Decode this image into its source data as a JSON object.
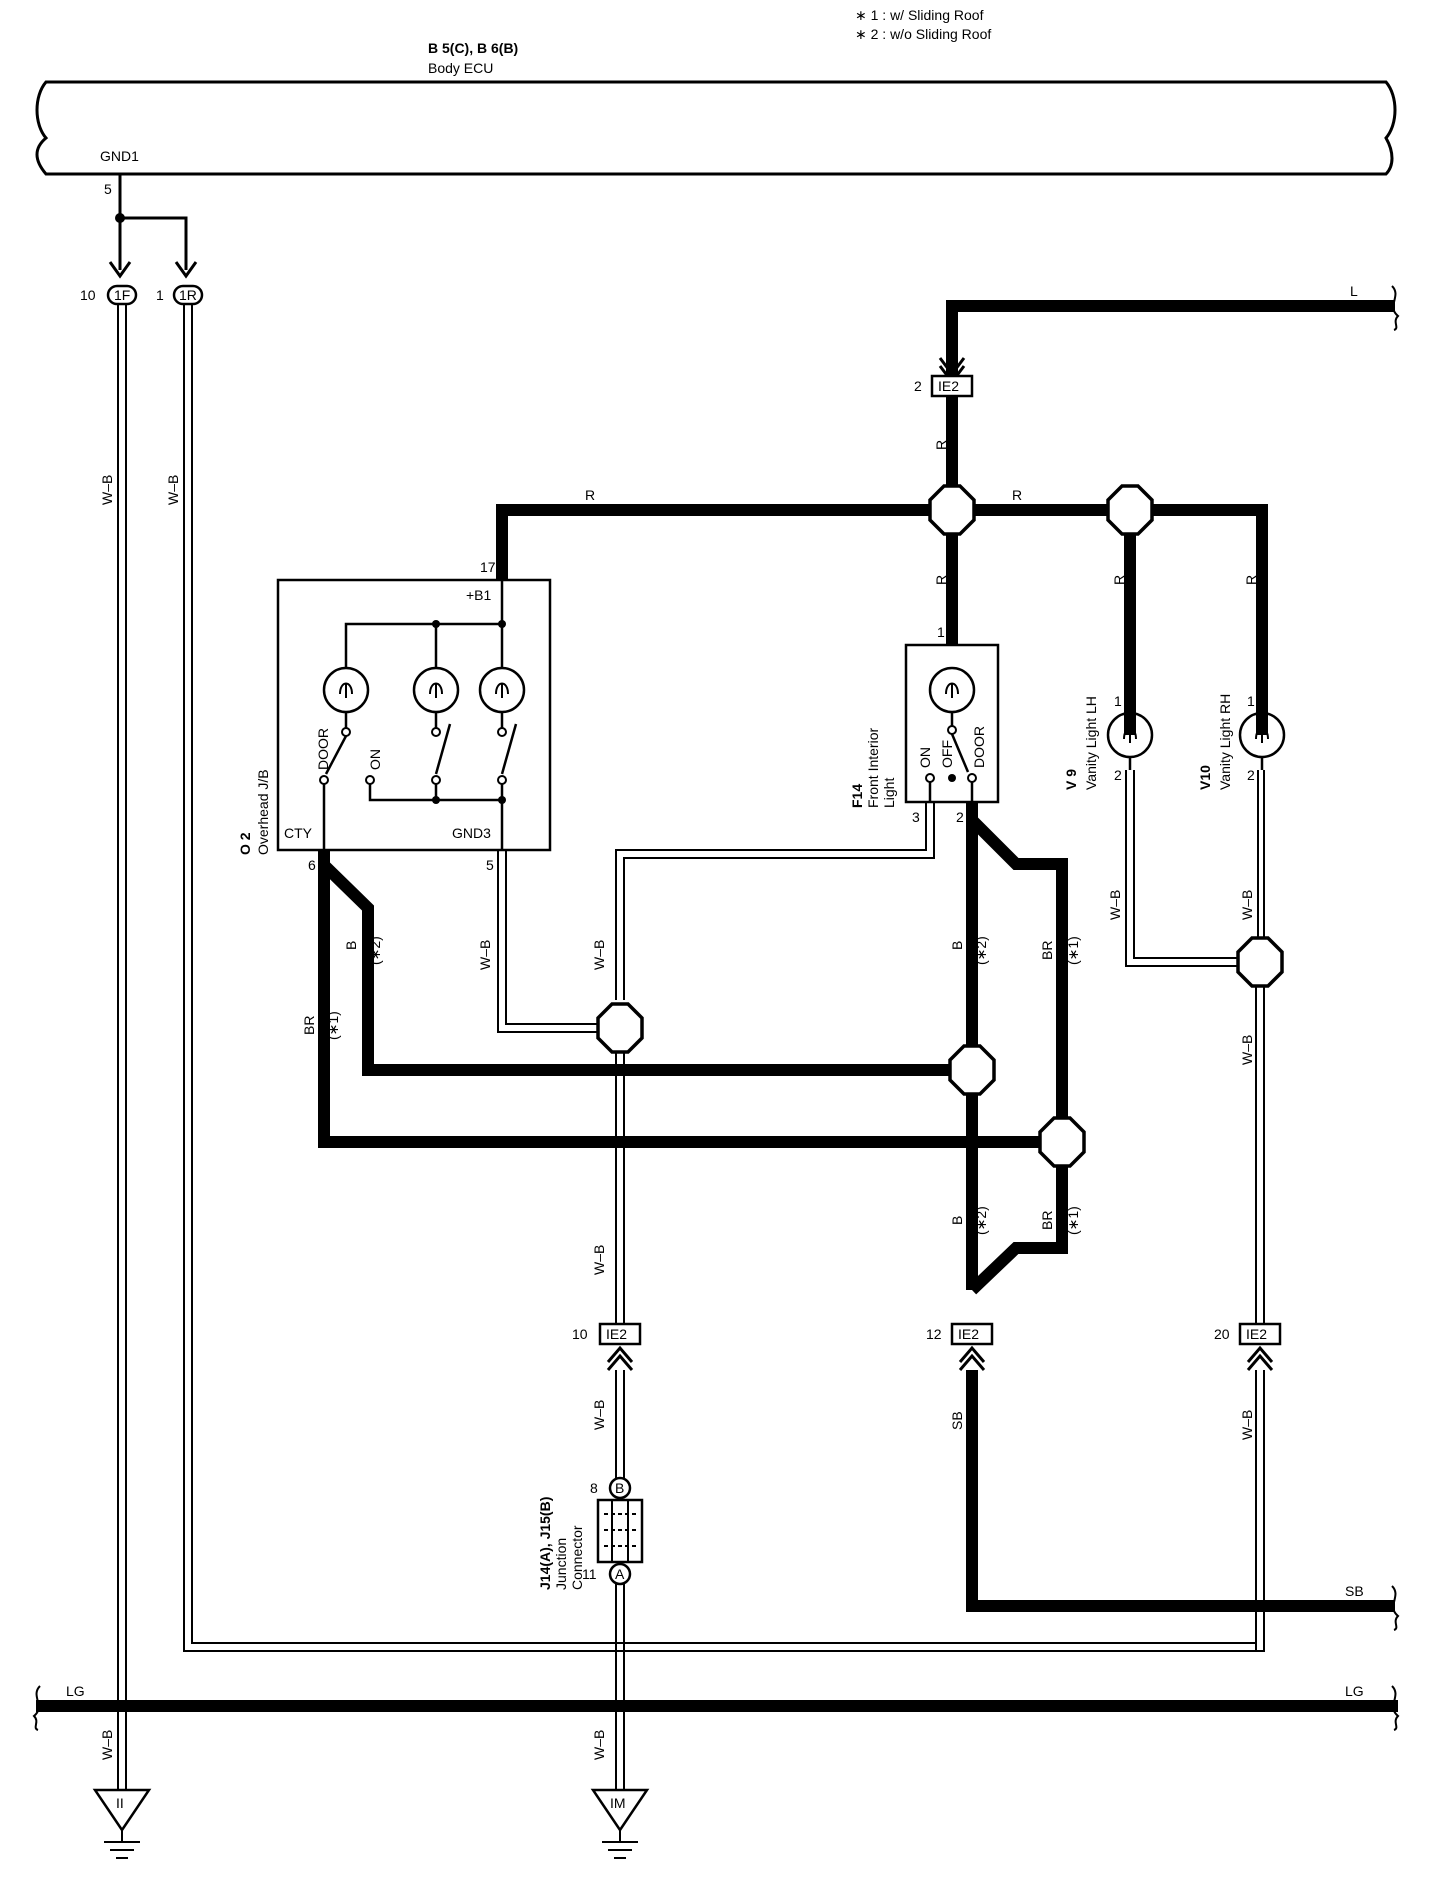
{
  "notes": [
    "∗ 1 : w/ Sliding Roof",
    "∗ 2 : w/o Sliding Roof"
  ],
  "ecu": {
    "id": "B 5(C), B 6(B)",
    "name": "Body ECU",
    "terminal": "GND1",
    "pin": "5"
  },
  "connectors": {
    "c1F": {
      "label": "1F",
      "pin": "10"
    },
    "c1R": {
      "label": "1R",
      "pin": "1"
    },
    "ie2_top": {
      "label": "IE2",
      "pin": "2"
    },
    "ie2_a": {
      "label": "IE2",
      "pin": "10"
    },
    "ie2_b": {
      "label": "IE2",
      "pin": "12"
    },
    "ie2_c": {
      "label": "IE2",
      "pin": "20"
    }
  },
  "overhead_jb": {
    "id": "O 2",
    "name": "Overhead J/B",
    "b1": "+B1",
    "cty": "CTY",
    "gnd3": "GND3",
    "pin17": "17",
    "pin6": "6",
    "pin5": "5",
    "sw_door": "DOOR",
    "sw_on": "ON"
  },
  "front_interior": {
    "id": "F14",
    "name1": "Front Interior",
    "name2": "Light",
    "on": "ON",
    "off": "OFF",
    "door": "DOOR",
    "pin1": "1",
    "pin2": "2",
    "pin3": "3"
  },
  "vanity_lh": {
    "id": "V 9",
    "name": "Vanity Light LH",
    "pin1": "1",
    "pin2": "2"
  },
  "vanity_rh": {
    "id": "V10",
    "name": "Vanity Light RH",
    "pin1": "1",
    "pin2": "2"
  },
  "junction": {
    "id": "J14(A), J15(B)",
    "name1": "Junction",
    "name2": "Connector",
    "pinB": "B",
    "pinA": "A",
    "pin8": "8",
    "pin11": "11"
  },
  "grounds": {
    "left": "II",
    "mid": "IM"
  },
  "wire_colors": {
    "wb": "W–B",
    "r": "R",
    "b": "B",
    "br": "BR",
    "sb": "SB",
    "l": "L",
    "lg": "LG"
  },
  "variants": {
    "s1": "(∗1)",
    "s2": "(∗2)"
  }
}
